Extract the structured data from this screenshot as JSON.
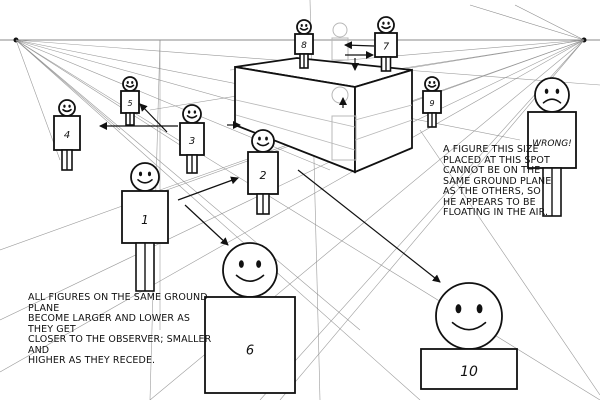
{
  "figures": [
    {
      "id": "1",
      "label": "1",
      "mood": "smile"
    },
    {
      "id": "2",
      "label": "2",
      "mood": "smile"
    },
    {
      "id": "3",
      "label": "3",
      "mood": "smile"
    },
    {
      "id": "4",
      "label": "4",
      "mood": "smile"
    },
    {
      "id": "5",
      "label": "5",
      "mood": "smile"
    },
    {
      "id": "6",
      "label": "6",
      "mood": "smile"
    },
    {
      "id": "7",
      "label": "7",
      "mood": "smile"
    },
    {
      "id": "8",
      "label": "8",
      "mood": "smile"
    },
    {
      "id": "9",
      "label": "9",
      "mood": "smile"
    },
    {
      "id": "10",
      "label": "10",
      "mood": "smile"
    },
    {
      "id": "wrong",
      "label": "WRONG!",
      "mood": "frown"
    }
  ],
  "caption_left": [
    "All figures on the same ground plane",
    "become larger and lower as they get",
    "closer to the observer; smaller and",
    "higher as they recede."
  ],
  "caption_right": [
    "A figure this size",
    "placed at this spot",
    "cannot be on the",
    "same ground plane",
    "as the others, so",
    "he appears to be",
    "floating in the air."
  ],
  "colors": {
    "ink": "#111111",
    "guide": "#8a8a8a",
    "ghost": "#b8b8b8"
  }
}
